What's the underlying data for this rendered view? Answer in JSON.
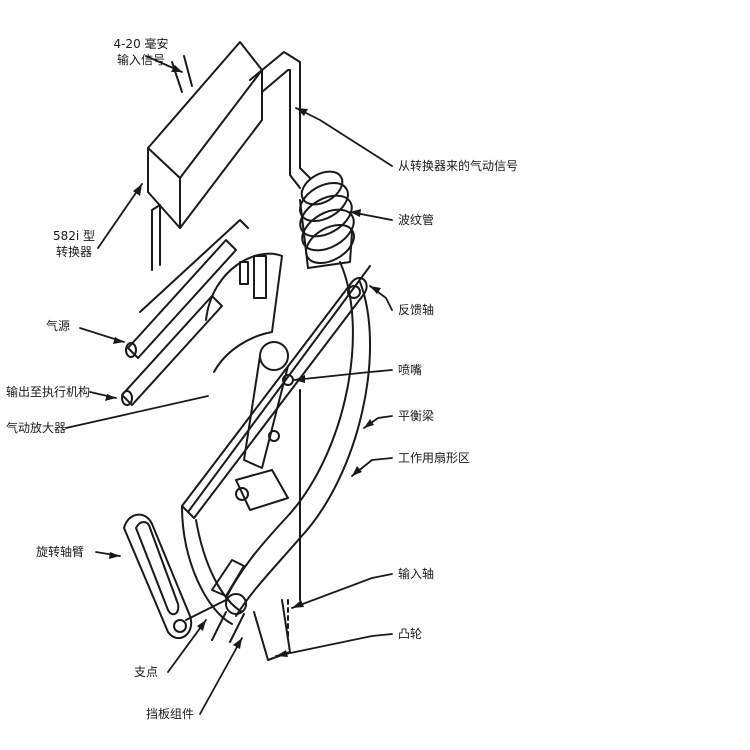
{
  "colors": {
    "line": "#1a1a1a",
    "background": "#ffffff"
  },
  "labels": {
    "signal_line1": "4-20 毫安",
    "signal_line2": "输入信号",
    "pneumatic_signal": "从转换器来的气动信号",
    "converter_line1": "582i 型",
    "converter_line2": "转换器",
    "bellows": "波纹管",
    "feedback_shaft": "反馈轴",
    "air_supply": "气源",
    "output": "输出至执行机构",
    "nozzle": "喷嘴",
    "balance_beam": "平衡梁",
    "pneumatic_amplifier": "气动放大器",
    "work_arc": "工作用扇形区",
    "rotary_arm": "旋转轴臂",
    "input_shaft": "输入轴",
    "cam": "凸轮",
    "pivot": "支点",
    "flapper": "挡板组件"
  }
}
